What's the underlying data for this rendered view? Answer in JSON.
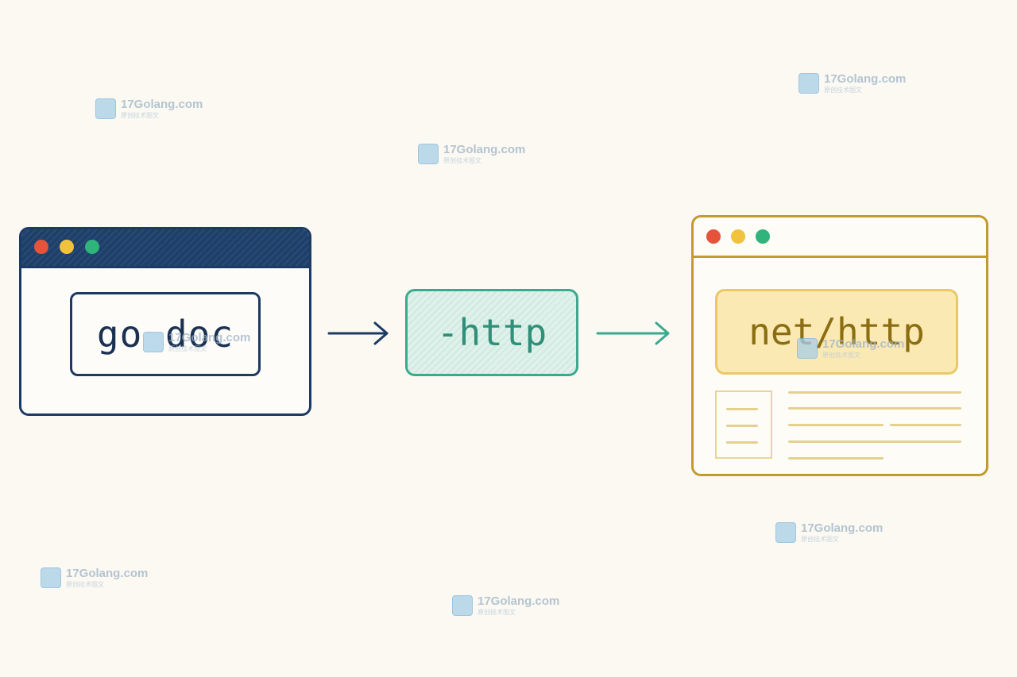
{
  "diagram": {
    "command": "go doc",
    "flag": "-http",
    "package": "net/http"
  },
  "watermark": {
    "text": "17Golang.com",
    "subtext": "原创技术图文"
  },
  "colors": {
    "background": "#fbf9f2",
    "navy": "#1c3a63",
    "teal": "#3aa98e",
    "gold": "#c29a2e",
    "dot_red": "#e5533a",
    "dot_yellow": "#f0c23e",
    "dot_green": "#2fb47c"
  },
  "icons": [
    "right-arrow-icon",
    "window-control-dots",
    "watermark-logo-icon"
  ]
}
